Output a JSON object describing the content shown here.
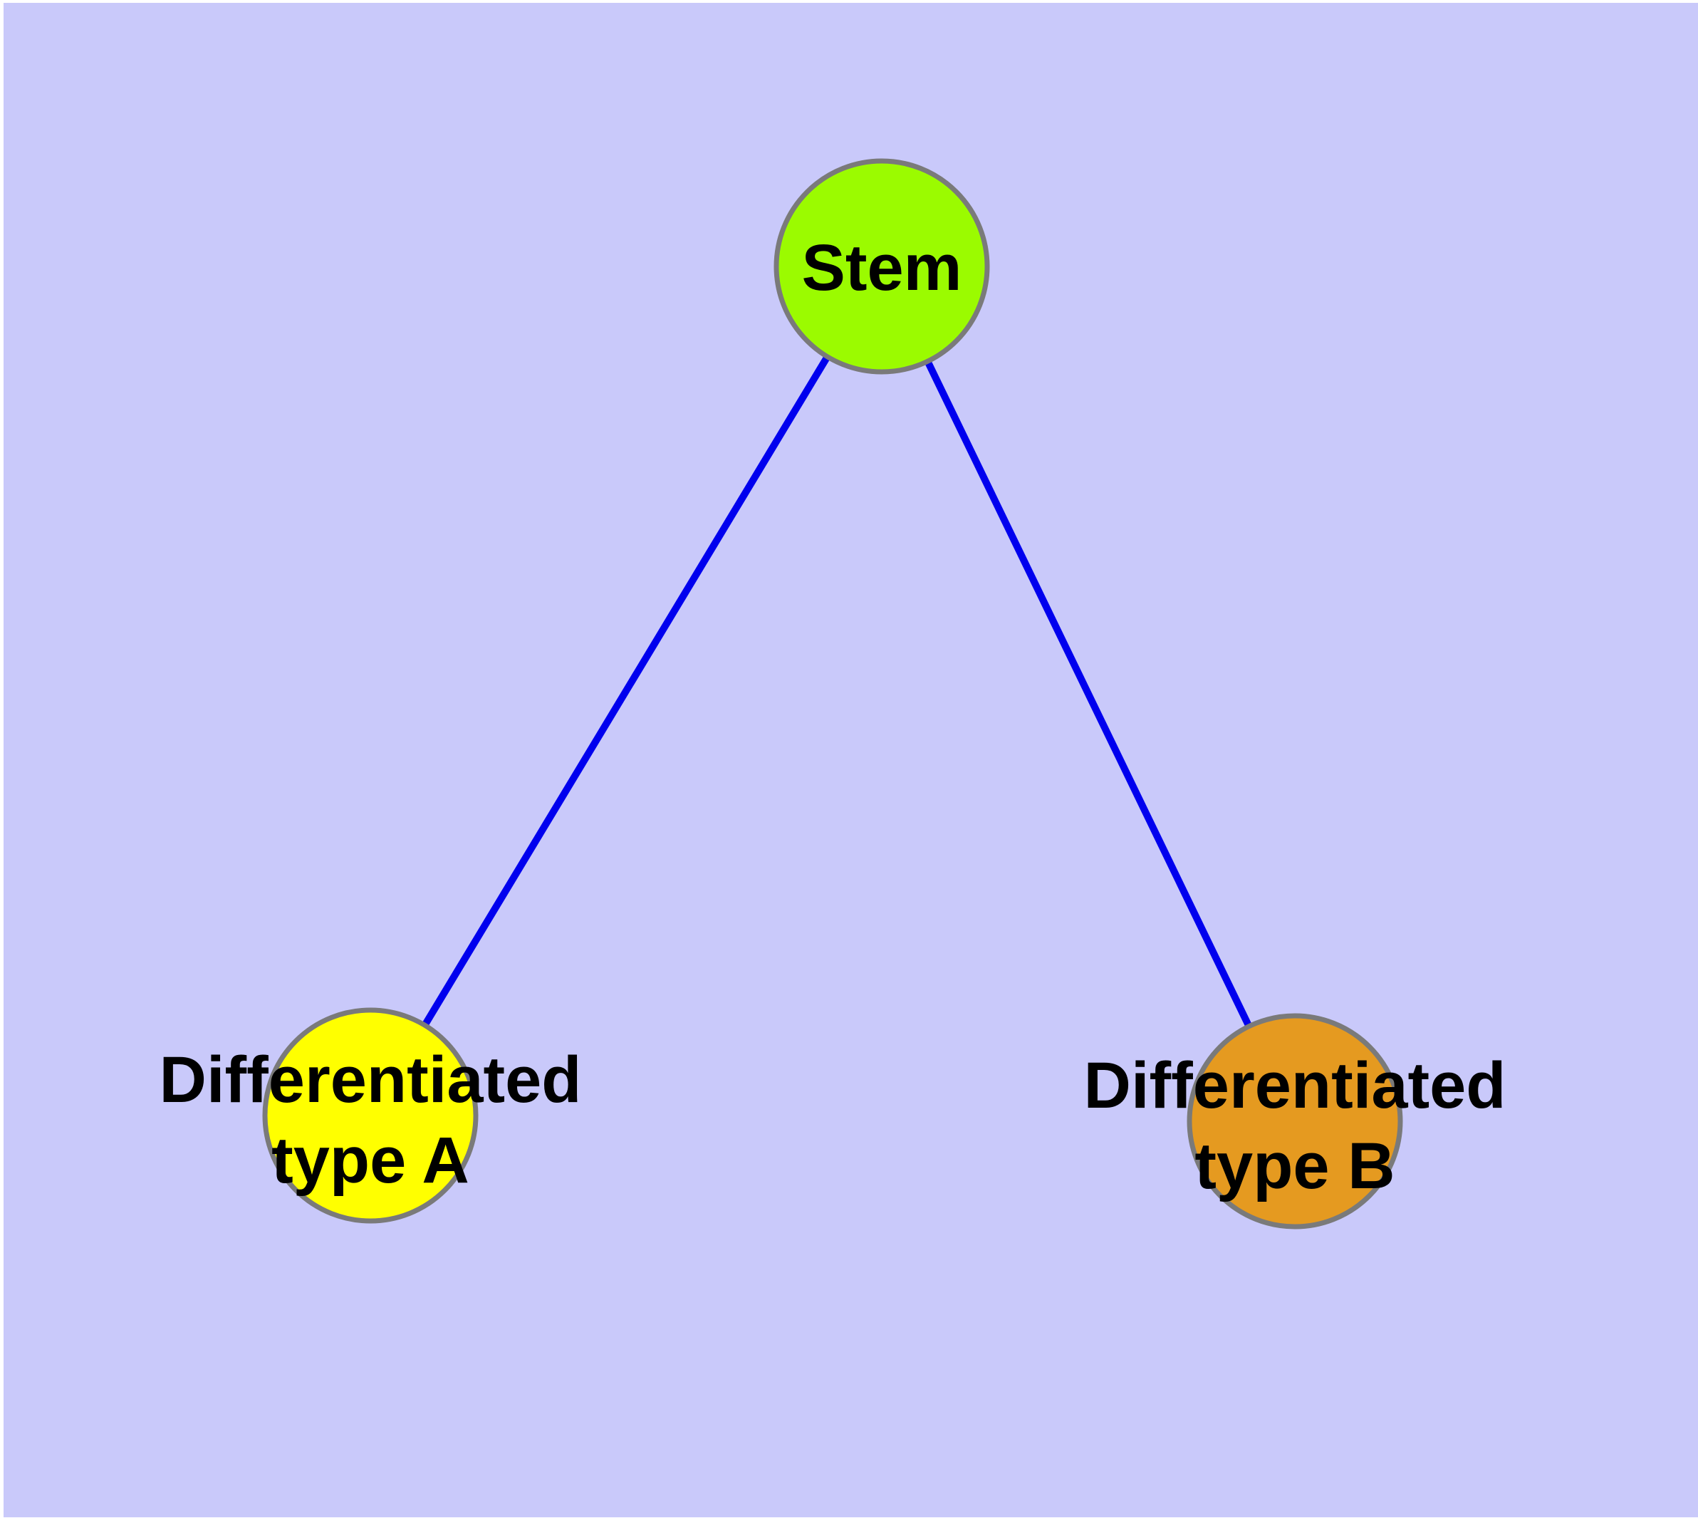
{
  "figure": {
    "type": "node-link-diagram",
    "description": "Stem cell differentiation graph: one stem node linked to two differentiated cell type nodes",
    "background_color": "#c9c9fa",
    "page_margin_color": "#ffffff",
    "label_color": "#000000",
    "node_border_color": "#7a7a7a",
    "edge_color": "#0000ee"
  },
  "nodes": [
    {
      "id": "stem",
      "label": "Stem",
      "fill": "#9bfb00",
      "border": "#7a7a7a"
    },
    {
      "id": "differentiated-type-a",
      "label": "Differentiated type A",
      "label_line1": "Differentiated",
      "label_line2": "type A",
      "fill": "#ffff00",
      "border": "#7a7a7a"
    },
    {
      "id": "differentiated-type-b",
      "label": "Differentiated type B",
      "label_line1": "Differentiated",
      "label_line2": "type B",
      "fill": "#e59a20",
      "border": "#7a7a7a"
    }
  ],
  "edges": [
    {
      "from": "Stem",
      "to": "Differentiated type A",
      "color": "#0000ee"
    },
    {
      "from": "Stem",
      "to": "Differentiated type B",
      "color": "#0000ee"
    }
  ]
}
